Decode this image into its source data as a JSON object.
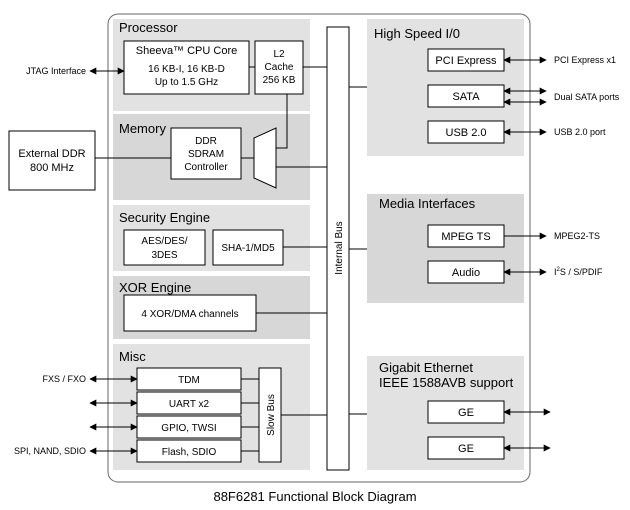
{
  "caption": "88F6281 Functional Block Diagram",
  "processor": {
    "title": "Processor",
    "cpu_line1": "Sheeva™ CPU Core",
    "cpu_line2": "16 KB-I, 16 KB-D",
    "cpu_line3": "Up to 1.5 GHz",
    "l2_line1": "L2",
    "l2_line2": "Cache",
    "l2_line3": "256 KB"
  },
  "memory": {
    "title": "Memory",
    "ddr_line1": "DDR",
    "ddr_line2": "SDRAM",
    "ddr_line3": "Controller"
  },
  "security": {
    "title": "Security Engine",
    "aes_line1": "AES/DES/",
    "aes_line2": "3DES",
    "sha": "SHA-1/MD5"
  },
  "xor": {
    "title": "XOR Engine",
    "channels": "4 XOR/DMA channels"
  },
  "misc": {
    "title": "Misc",
    "items": [
      "TDM",
      "UART x2",
      "GPIO, TWSI",
      "Flash, SDIO"
    ],
    "slow_bus": "Slow Bus"
  },
  "internal_bus": "Internal Bus",
  "high_speed": {
    "title": "High Speed I/0",
    "pcie": "PCI Express",
    "sata": "SATA",
    "usb": "USB 2.0"
  },
  "media": {
    "title": "Media Interfaces",
    "mpeg": "MPEG TS",
    "audio": "Audio"
  },
  "gige": {
    "title_line1": "Gigabit Ethernet",
    "title_line2": "IEEE 1588AVB support",
    "ge1": "GE",
    "ge2": "GE"
  },
  "external_ddr": {
    "line1": "External DDR",
    "line2": "800 MHz"
  },
  "external_labels": {
    "jtag": "JTAG Interface",
    "fxs": "FXS / FXO",
    "spi": "SPI, NAND, SDIO",
    "pcie_x1": "PCI Express x1",
    "dual_sata": "Dual SATA ports",
    "usb_port": "USB 2.0 port",
    "mpeg2": "MPEG2-TS",
    "i2s_i": "I",
    "i2s_2": "2",
    "i2s_rest": "S / S/PDIF"
  }
}
